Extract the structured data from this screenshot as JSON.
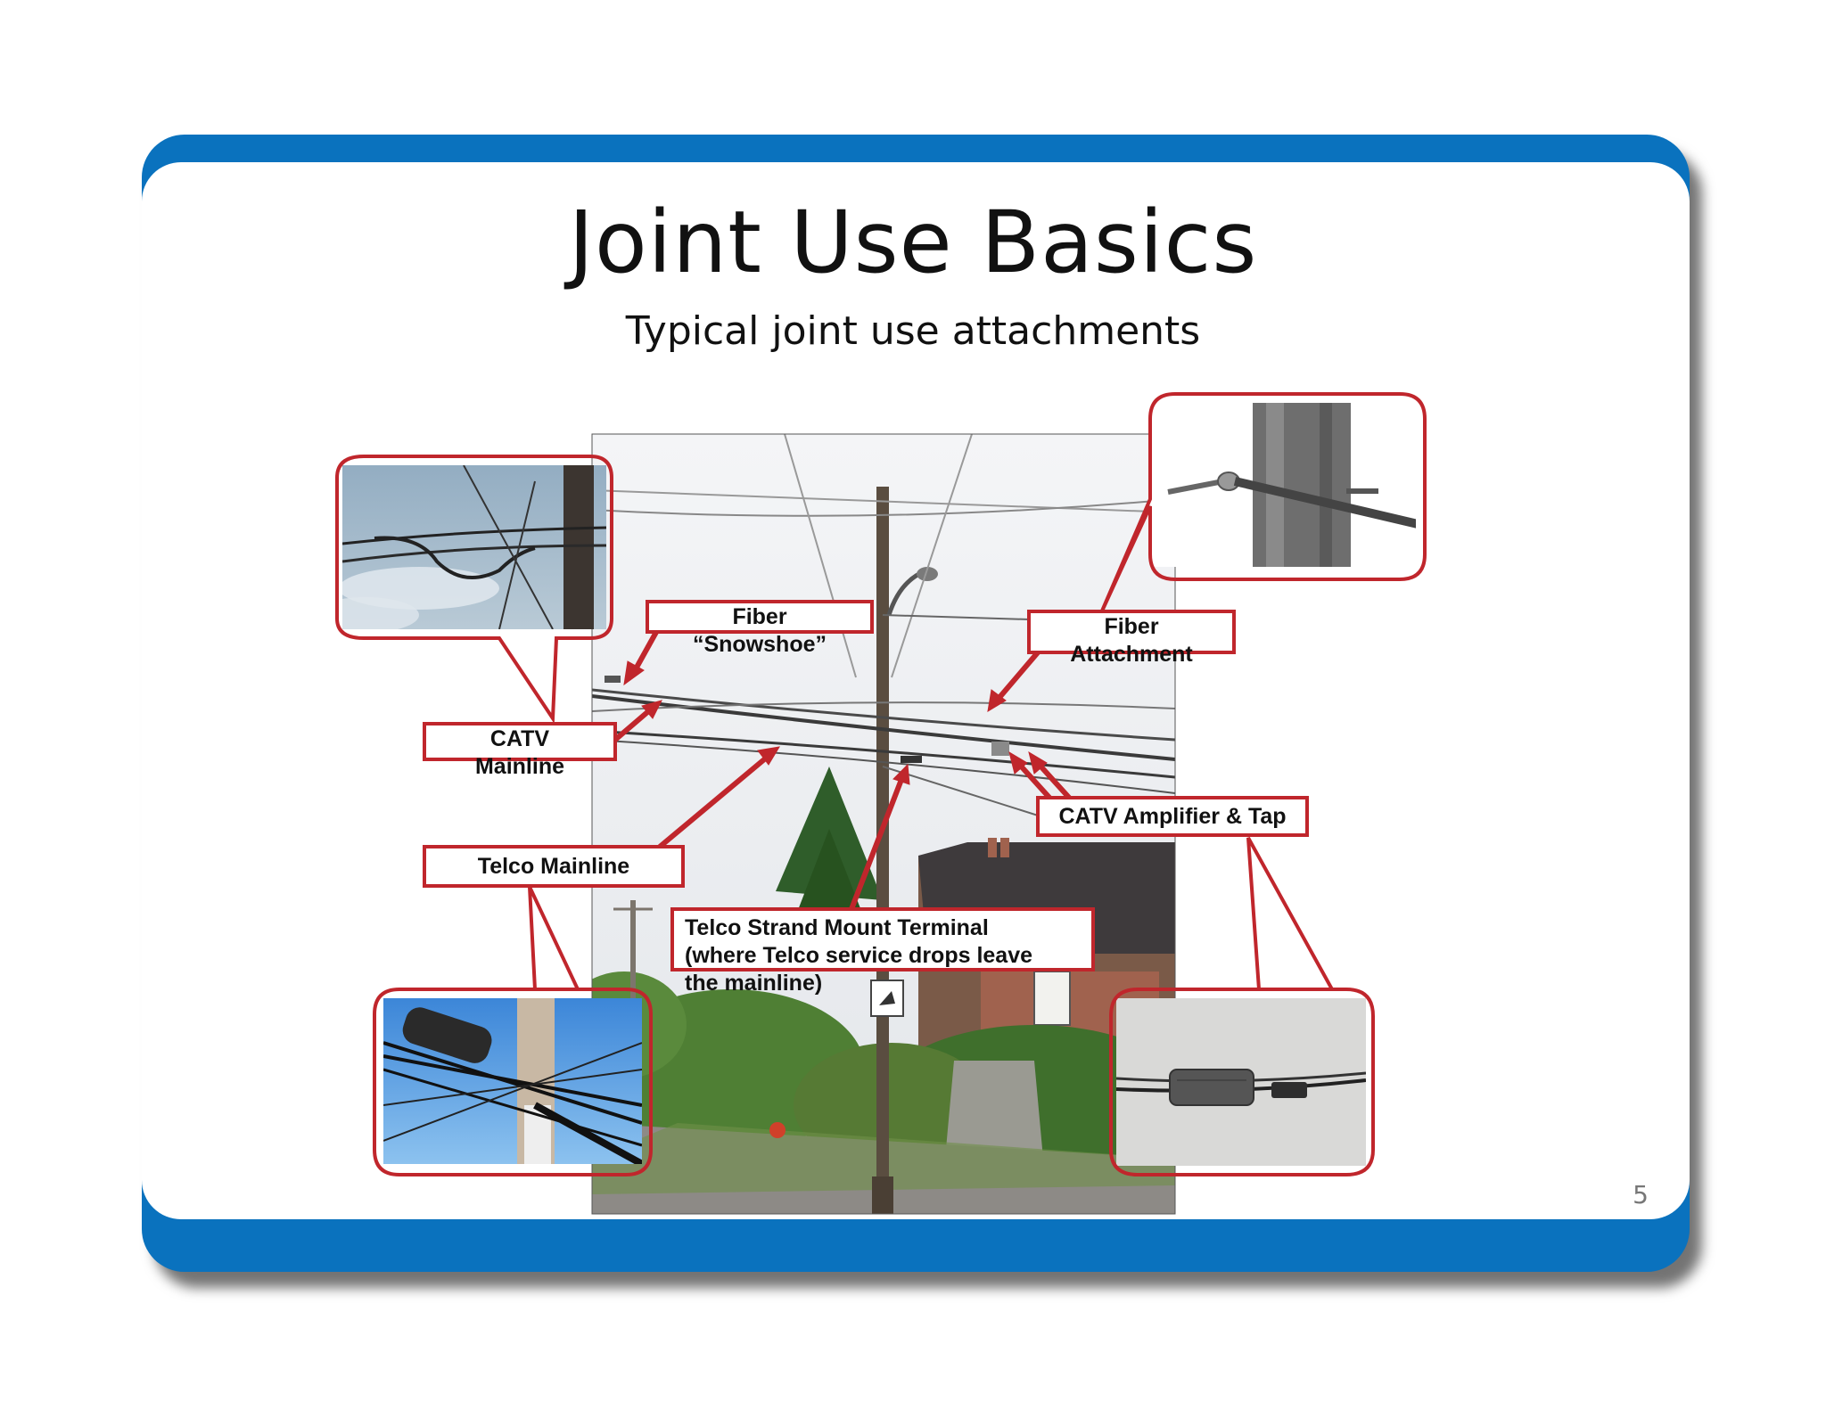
{
  "slide": {
    "title": "Joint Use Basics",
    "subtitle": "Typical joint use attachments",
    "page_number": "5"
  },
  "labels": {
    "fiber_snowshoe_line1": "Fiber",
    "fiber_snowshoe_line2": "“Snowshoe”",
    "fiber_attachment_line1": "Fiber",
    "fiber_attachment_line2": "Attachment",
    "catv_mainline_line1": "CATV",
    "catv_mainline_line2": "Mainline",
    "catv_amplifier_tap": "CATV Amplifier  & Tap",
    "telco_mainline": "Telco Mainline",
    "telco_terminal_line1": "Telco Strand Mount Terminal",
    "telco_terminal_line2": "(where Telco service drops leave",
    "telco_terminal_line3": "the mainline)"
  },
  "colors": {
    "frame_blue": "#0a72be",
    "callout_red": "#c0262c"
  }
}
